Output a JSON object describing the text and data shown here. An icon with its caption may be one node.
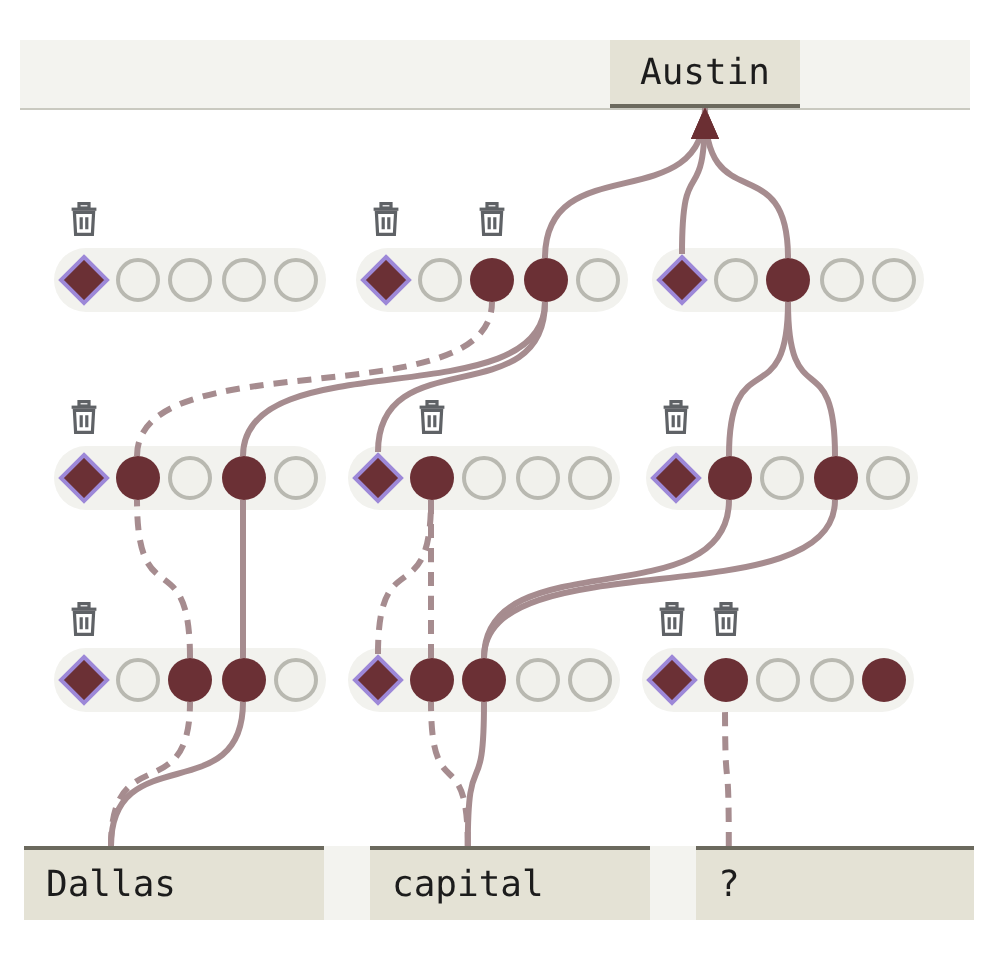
{
  "diagram": {
    "nodes": [
      {
        "text": [],
        "shape": "bar"
      },
      {
        "text": [
          "Austin"
        ],
        "in": 0
      },
      {
        "text": [],
        "shape": "bar"
      },
      {
        "text": [],
        "shape": "diamond",
        "in": 2
      },
      {
        "text": [],
        "shape": "circle",
        "in": 2
      },
      {
        "text": [],
        "shape": "circle",
        "in": 2
      },
      {
        "text": [],
        "shape": "circle",
        "in": 2
      },
      {
        "text": [],
        "shape": "circle",
        "in": 2
      },
      {
        "text": [],
        "shape": "bar"
      },
      {
        "text": [],
        "shape": "diamond",
        "in": 8
      },
      {
        "text": [],
        "shape": "circle",
        "in": 8
      },
      {
        "text": [],
        "shape": "dot",
        "in": 8
      },
      {
        "text": [],
        "shape": "dot",
        "in": 8
      },
      {
        "text": [],
        "shape": "circle",
        "in": 8
      },
      {
        "text": [],
        "shape": "bar"
      },
      {
        "text": [],
        "shape": "diamond",
        "in": 14
      },
      {
        "text": [],
        "shape": "circle",
        "in": 14
      },
      {
        "text": [],
        "shape": "dot",
        "in": 14
      },
      {
        "text": [],
        "shape": "circle",
        "in": 14
      },
      {
        "text": [],
        "shape": "circle",
        "in": 14
      },
      {
        "text": [],
        "shape": "bar"
      },
      {
        "text": [],
        "shape": "diamond",
        "in": 20
      },
      {
        "text": [],
        "shape": "dot",
        "in": 20
      },
      {
        "text": [],
        "shape": "circle",
        "in": 20
      },
      {
        "text": [],
        "shape": "dot",
        "in": 20
      },
      {
        "text": [],
        "shape": "circle",
        "in": 20
      },
      {
        "text": [],
        "shape": "bar"
      },
      {
        "text": [],
        "shape": "diamond",
        "in": 26
      },
      {
        "text": [],
        "shape": "dot",
        "in": 26
      },
      {
        "text": [],
        "shape": "circle",
        "in": 26
      },
      {
        "text": [],
        "shape": "circle",
        "in": 26
      },
      {
        "text": [],
        "shape": "circle",
        "in": 26
      },
      {
        "text": [],
        "shape": "bar"
      },
      {
        "text": [],
        "shape": "diamond",
        "in": 32
      },
      {
        "text": [],
        "shape": "dot",
        "in": 32
      },
      {
        "text": [],
        "shape": "circle",
        "in": 32
      },
      {
        "text": [],
        "shape": "dot",
        "in": 32
      },
      {
        "text": [],
        "shape": "circle",
        "in": 32
      },
      {
        "text": [],
        "shape": "bar"
      },
      {
        "text": [],
        "shape": "diamond",
        "in": 38
      },
      {
        "text": [],
        "shape": "circle",
        "in": 38
      },
      {
        "text": [],
        "shape": "dot",
        "in": 38
      },
      {
        "text": [],
        "shape": "dot",
        "in": 38
      },
      {
        "text": [],
        "shape": "circle",
        "in": 38
      },
      {
        "text": [],
        "shape": "bar"
      },
      {
        "text": [],
        "shape": "diamond",
        "in": 44
      },
      {
        "text": [],
        "shape": "dot",
        "in": 44
      },
      {
        "text": [],
        "shape": "dot",
        "in": 44
      },
      {
        "text": [],
        "shape": "circle",
        "in": 44
      },
      {
        "text": [],
        "shape": "circle",
        "in": 44
      },
      {
        "text": [],
        "shape": "bar"
      },
      {
        "text": [],
        "shape": "diamond",
        "in": 50
      },
      {
        "text": [],
        "shape": "dot",
        "in": 50
      },
      {
        "text": [],
        "shape": "circle",
        "in": 50
      },
      {
        "text": [],
        "shape": "circle",
        "in": 50
      },
      {
        "text": [],
        "shape": "dot",
        "in": 50
      },
      {
        "text": [],
        "shape": "bar"
      },
      {
        "text": [
          "Dallas"
        ],
        "in": 56
      },
      {
        "text": [
          "capital"
        ],
        "in": 56
      },
      {
        "text": [
          "?"
        ],
        "in": 56
      }
    ],
    "edges": [
      {
        "from": 12,
        "to": 1,
        "arrow": "to"
      },
      {
        "from": 15,
        "to": 1,
        "arrow": "to"
      },
      {
        "from": 17,
        "to": 1,
        "arrow": "to"
      },
      {
        "from": 22,
        "to": 11,
        "arrow": "none",
        "style": "dashed"
      },
      {
        "from": 24,
        "to": 12,
        "arrow": "none"
      },
      {
        "from": 27,
        "to": 12,
        "arrow": "none"
      },
      {
        "from": 34,
        "to": 17,
        "arrow": "none"
      },
      {
        "from": 36,
        "to": 17,
        "arrow": "none"
      },
      {
        "from": 41,
        "to": 22,
        "arrow": "none",
        "style": "dashed"
      },
      {
        "from": 42,
        "to": 24,
        "arrow": "none"
      },
      {
        "from": 45,
        "to": 28,
        "arrow": "none",
        "style": "dashed"
      },
      {
        "from": 46,
        "to": 28,
        "arrow": "none",
        "style": "dashed"
      },
      {
        "from": 47,
        "to": 34,
        "arrow": "none"
      },
      {
        "from": 47,
        "to": 36,
        "arrow": "none"
      },
      {
        "from": 57,
        "to": 41,
        "arrow": "none",
        "style": "dashed"
      },
      {
        "from": 57,
        "to": 42,
        "arrow": "none"
      },
      {
        "from": 58,
        "to": 46,
        "arrow": "none",
        "style": "dashed"
      },
      {
        "from": 58,
        "to": 47,
        "arrow": "none"
      },
      {
        "from": 59,
        "to": 52,
        "arrow": "none",
        "style": "dashed"
      }
    ]
  }
}
